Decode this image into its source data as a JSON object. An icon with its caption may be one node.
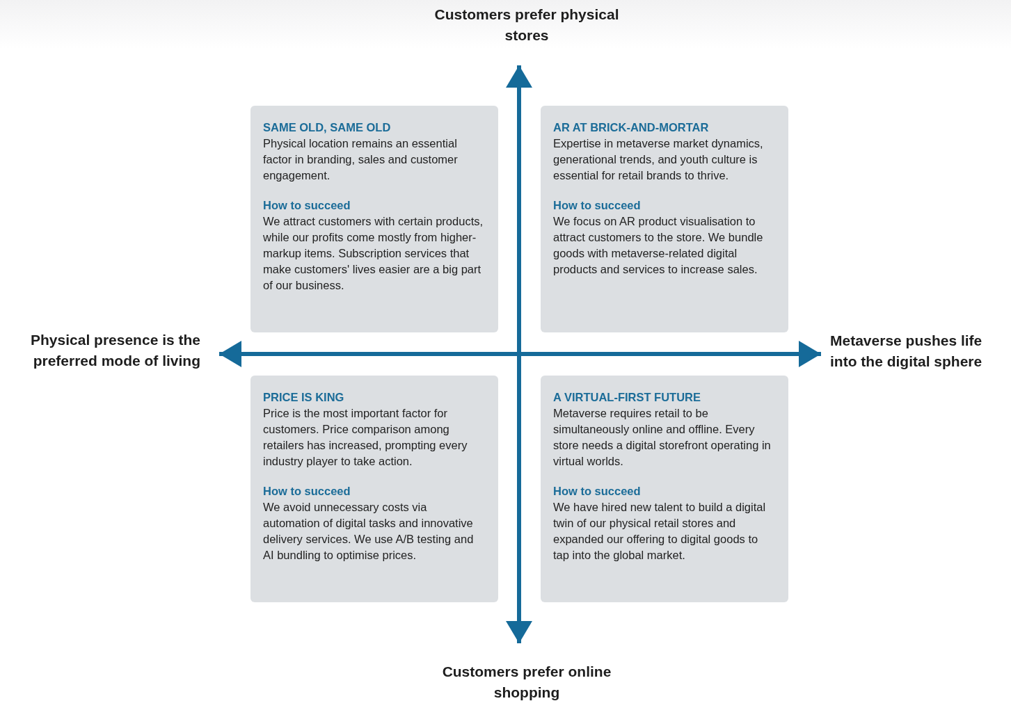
{
  "diagram": {
    "nodes": [
      {
        "text": [
          "SAME OLD, SAME OLD",
          "Physical location remains an essential factor in branding, sales and customer engagement.",
          "How to succeed",
          "We attract customers with certain products, while our profits come mostly from higher-markup items. Subscription services that make customers' lives easier are a big part of our business."
        ]
      },
      {
        "text": [
          "AR AT BRICK-AND-MORTAR",
          "Expertise in metaverse market dynamics, generational trends, and youth culture is essential for retail brands to thrive.",
          "How to succeed",
          "We focus on AR product visualisation to attract customers to the store. We bundle goods with metaverse-related digital products and services to increase sales."
        ]
      },
      {
        "text": [
          "PRICE IS KING",
          "Price is the most important factor for customers. Price comparison among retailers has increased, prompting every industry player to take action.",
          "How to succeed",
          "We avoid unnecessary costs via automation of digital tasks and innovative delivery services. We use A/B testing and AI bundling to optimise prices."
        ]
      },
      {
        "text": [
          "A VIRTUAL-FIRST FUTURE",
          "Metaverse requires retail to be simultaneously online and offline. Every store needs a digital storefront operating in virtual worlds.",
          "How to succeed",
          "We have hired new talent to build a digital twin of our physical retail stores and expanded our offering to digital goods to tap into the global market."
        ]
      }
    ],
    "labels": [
      "Customers prefer physical stores",
      "Physical presence is the preferred mode of living",
      "Metaverse pushes life into the digital sphere",
      "Customers prefer online shopping"
    ]
  }
}
